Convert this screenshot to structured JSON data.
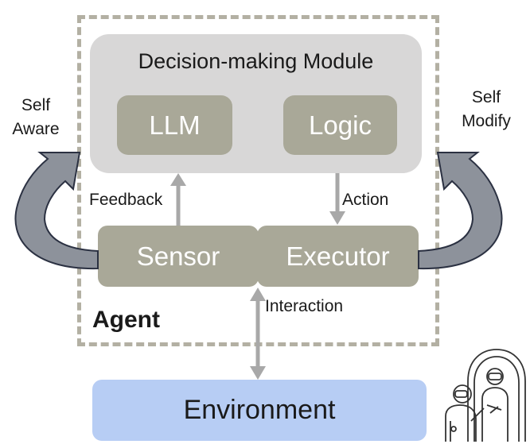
{
  "decision_module": {
    "title": "Decision-making Module",
    "llm_label": "LLM",
    "logic_label": "Logic"
  },
  "agent": {
    "label": "Agent",
    "sensor_label": "Sensor",
    "executor_label": "Executor"
  },
  "environment": {
    "label": "Environment"
  },
  "arrows": {
    "feedback_label": "Feedback",
    "action_label": "Action",
    "interaction_label": "Interaction"
  },
  "loops": {
    "left_line1": "Self",
    "left_line2": "Aware",
    "right_line1": "Self",
    "right_line2": "Modify"
  },
  "colors": {
    "module_bg": "#d8d7d7",
    "box_bg": "#a9a898",
    "environment_bg": "#b7cdf4",
    "dashed_border": "#b3b0a3",
    "arrow_gray": "#a8a8a8",
    "loop_arrow": "#8d929b"
  },
  "icons": [
    "robot-mirror-icon"
  ]
}
